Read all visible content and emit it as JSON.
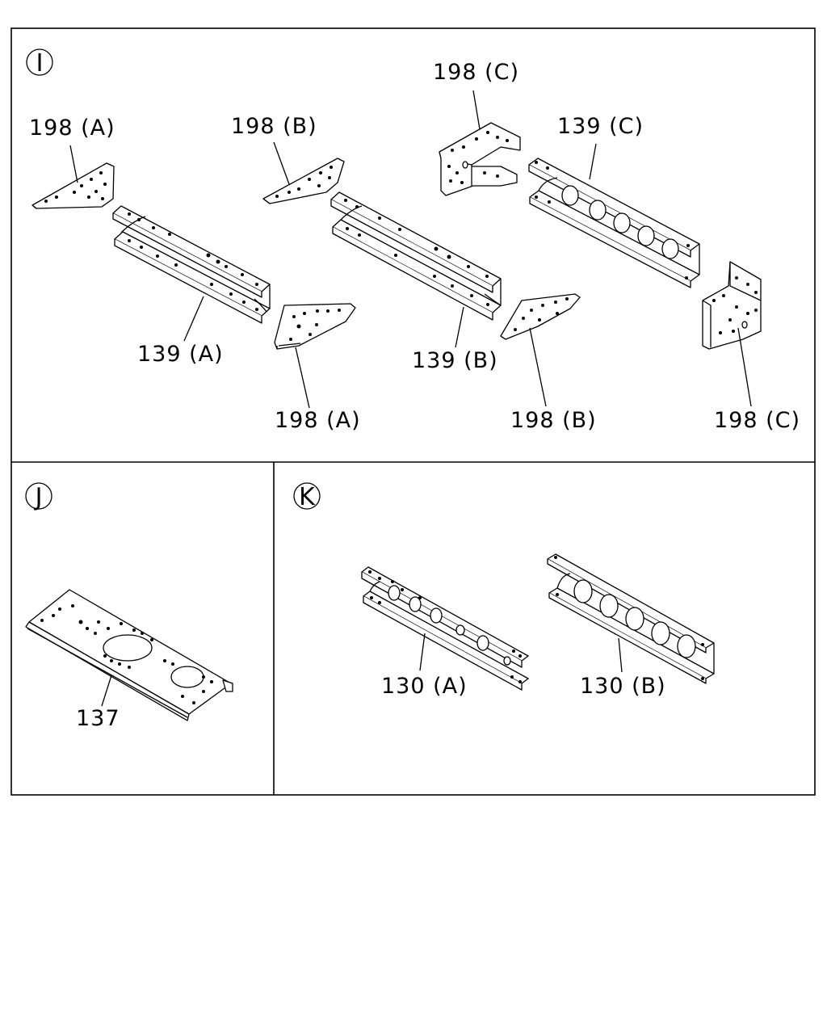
{
  "sections": [
    {
      "id": "I",
      "parts": [
        "198 (A)",
        "198 (B)",
        "198 (C)",
        "139 (C)",
        "139 (A)",
        "139 (B)",
        "198 (A)",
        "198 (B)",
        "198 (C)"
      ]
    },
    {
      "id": "J",
      "parts": [
        "137"
      ]
    },
    {
      "id": "K",
      "parts": [
        "130 (A)",
        "130 (B)"
      ]
    }
  ],
  "labels": {
    "I": {
      "l198a_top": "198 (A)",
      "l198b_top": "198 (B)",
      "l198c_top": "198 (C)",
      "l139c": "139 (C)",
      "l139a": "139 (A)",
      "l139b": "139 (B)",
      "l198a_bot": "198 (A)",
      "l198b_bot": "198 (B)",
      "l198c_bot": "198 (C)"
    },
    "J": {
      "l137": "137"
    },
    "K": {
      "l130a": "130 (A)",
      "l130b": "130 (B)"
    }
  }
}
